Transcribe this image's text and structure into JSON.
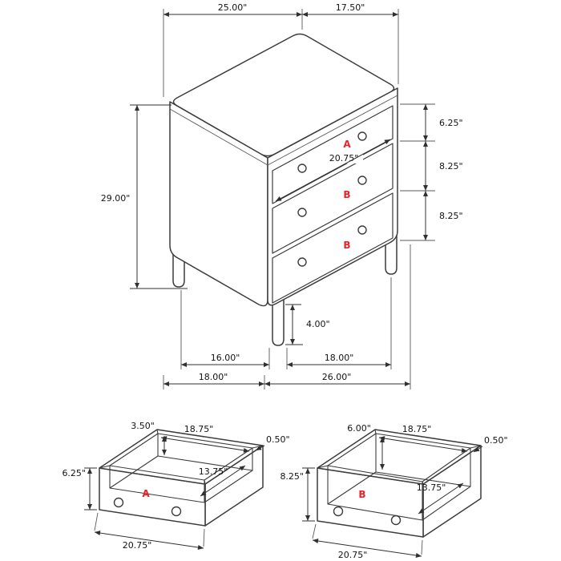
{
  "title": "3-drawer chest dimension diagram",
  "colors": {
    "outline": "#3c3c3c",
    "dimension_text": "#141414",
    "drawer_label_red": "#e8232a",
    "background": "#ffffff"
  },
  "chest": {
    "top_width": "25.00\"",
    "top_depth": "17.50\"",
    "overall_height": "29.00\"",
    "drawer_a_front_height": "6.25\"",
    "drawer_b1_front_height": "8.25\"",
    "drawer_b2_front_height": "8.25\"",
    "drawer_front_width": "20.75\"",
    "leg_height": "4.00\"",
    "leg_spacing_depth": "16.00\"",
    "leg_spacing_width": "18.00\"",
    "base_depth": "18.00\"",
    "base_width": "26.00\"",
    "drawer_a_label": "A",
    "drawer_b1_label": "B",
    "drawer_b2_label": "B"
  },
  "drawer_a": {
    "label": "A",
    "inner_height": "3.50\"",
    "inner_width": "18.75\"",
    "side_thickness": "0.50\"",
    "front_height": "6.25\"",
    "inner_depth": "13.75\"",
    "outer_width": "20.75\""
  },
  "drawer_b": {
    "label": "B",
    "inner_height": "6.00\"",
    "inner_width": "18.75\"",
    "side_thickness": "0.50\"",
    "front_height": "8.25\"",
    "inner_depth": "13.75\"",
    "outer_width": "20.75\""
  }
}
